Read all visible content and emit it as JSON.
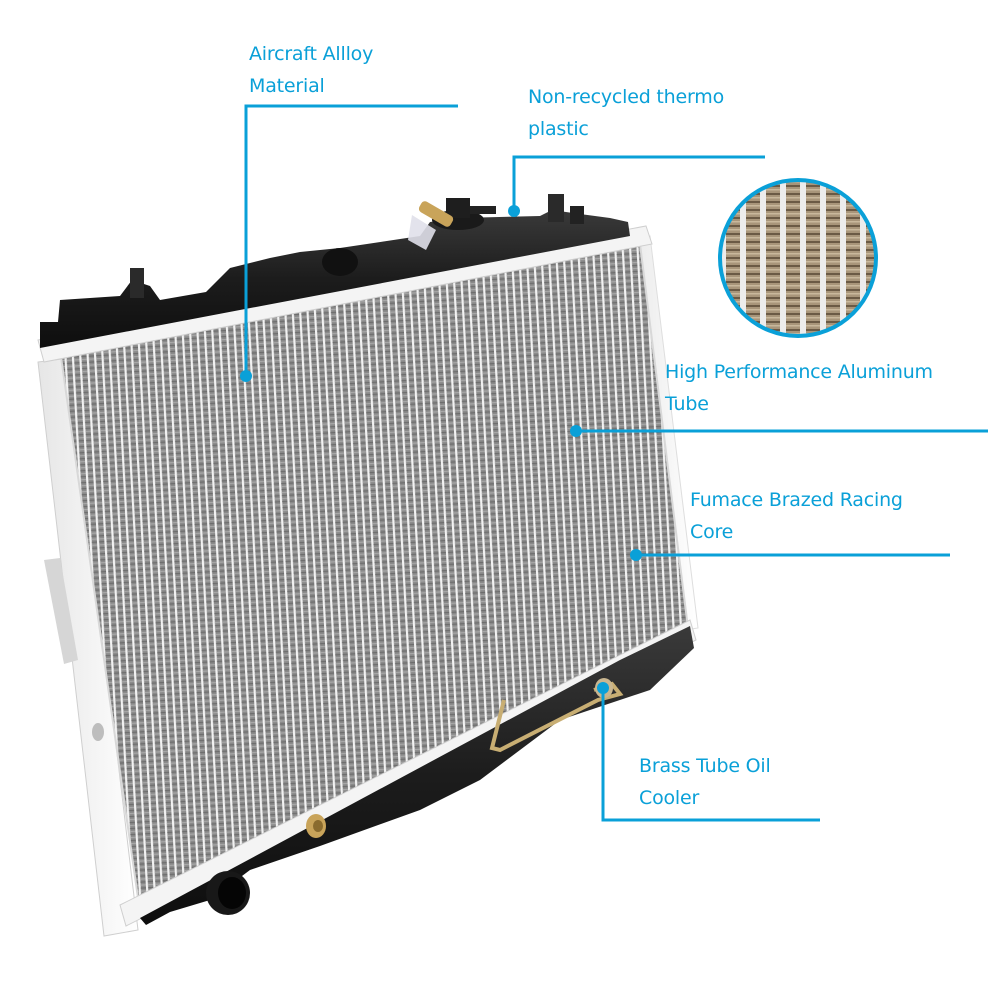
{
  "image": {
    "subject": "Aluminum car radiator with plastic tanks",
    "background": "#ffffff",
    "accent_color": "#0aa0d8"
  },
  "callouts": [
    {
      "id": "aircraft-alloy",
      "lines": [
        "Aircraft Allloy",
        "Material"
      ]
    },
    {
      "id": "thermo-plastic",
      "lines": [
        "Non-recycled thermo",
        "plastic"
      ]
    },
    {
      "id": "aluminum-tube",
      "lines": [
        "High Performance Aluminum",
        "Tube"
      ]
    },
    {
      "id": "brazed-core",
      "lines": [
        "Fumace Brazed Racing",
        "Core"
      ]
    },
    {
      "id": "oil-cooler",
      "lines": [
        "Brass Tube Oil",
        "Cooler"
      ]
    }
  ],
  "inset": {
    "subject": "close-up of aluminum tubes and fins",
    "border_color": "#0aa0d8"
  }
}
